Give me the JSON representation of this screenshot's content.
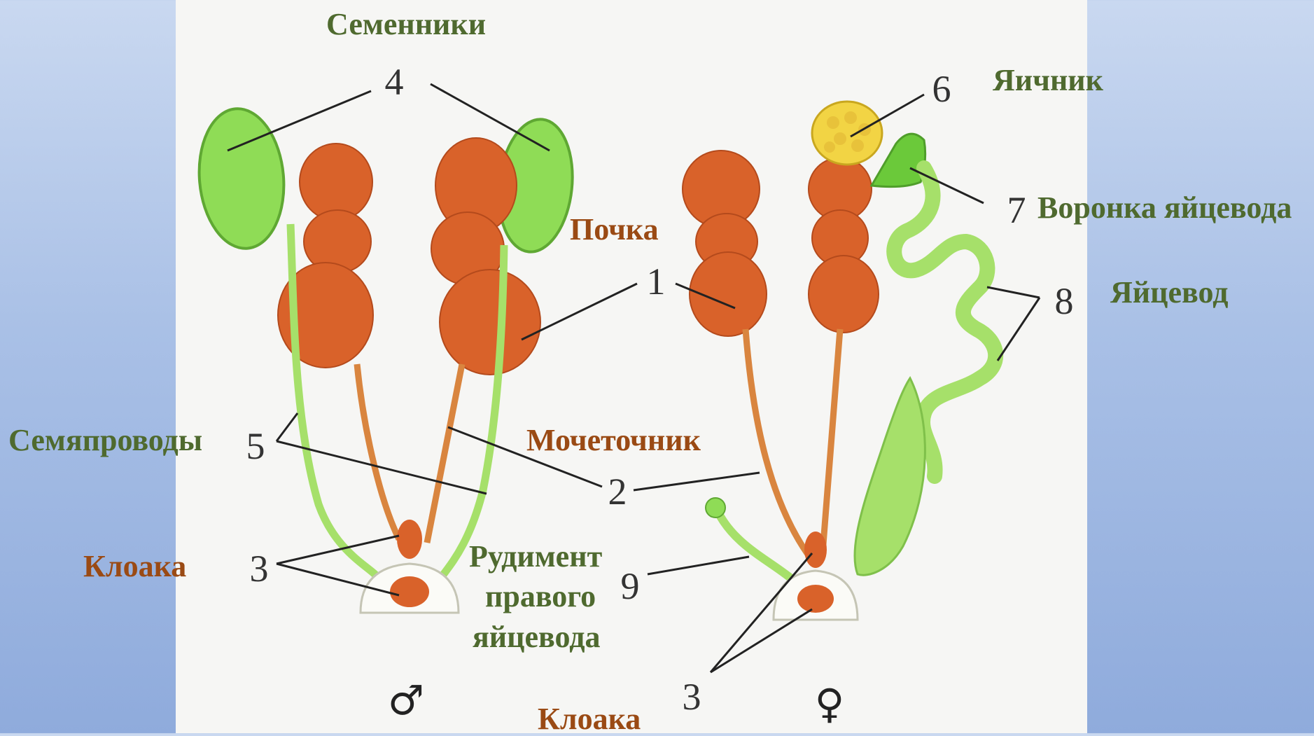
{
  "labels": {
    "testes": "Семенники",
    "ovary": "Яичник",
    "funnel": "Воронка яйцевода",
    "kidney": "Почка",
    "oviduct": "Яйцевод",
    "vas_deferens": "Семяпроводы",
    "ureter": "Мочеточник",
    "cloaca_left": "Клоака",
    "rudiment_line1": "Рудимент",
    "rudiment_line2": "правого",
    "rudiment_line3": "яйцевода",
    "cloaca_bottom": "Клоака"
  },
  "numbers": {
    "n1": "1",
    "n2": "2",
    "n3_male": "3",
    "n3_female": "3",
    "n4": "4",
    "n5": "5",
    "n6": "6",
    "n7": "7",
    "n8": "8",
    "n9": "9"
  },
  "symbols": {
    "male": "♂",
    "female": "♀"
  },
  "colors": {
    "background": "#a9c0e6",
    "panel": "#f6f6f4",
    "kidney": "#d9622a",
    "testis": "#8fdc56",
    "duct_green": "#a6e06a",
    "ovary": "#f2d444",
    "label_green": "#4f6a2f",
    "label_brown": "#9a4a14"
  }
}
